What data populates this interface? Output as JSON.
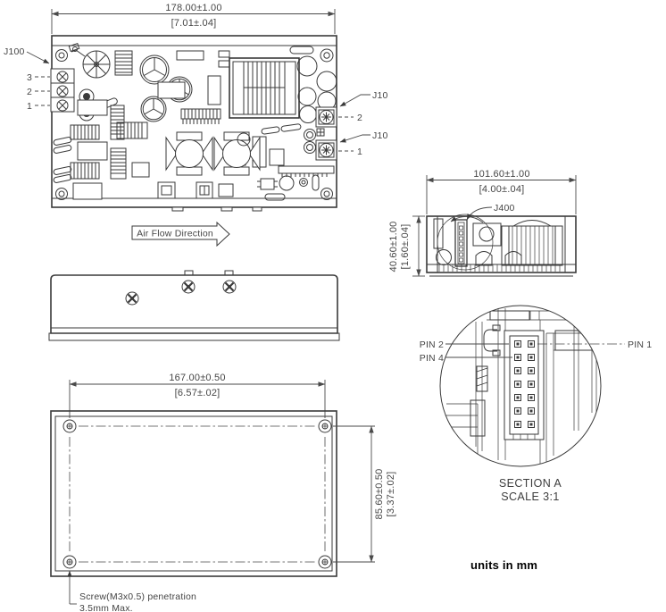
{
  "top_view": {
    "width_mm": "178.00±1.00",
    "width_in": "[7.01±.04]",
    "j100_label": "J100",
    "j100_pin3": "3",
    "j100_pin2": "2",
    "j100_pin1": "1",
    "j10_upper_label": "J10",
    "j10_upper_pin": "2",
    "j10_lower_label": "J10",
    "j10_lower_pin": "1",
    "airflow_label": "Air Flow Direction"
  },
  "end_view": {
    "width_mm": "101.60±1.00",
    "width_in": "[4.00±.04]",
    "height_mm": "40.60±1.00",
    "height_in": "[1.60±.04]",
    "j400_label": "J400"
  },
  "bottom_view": {
    "width_mm": "167.00±0.50",
    "width_in": "[6.57±.02]",
    "height_mm": "85.60±0.50",
    "height_in": "[3.37±.02]",
    "screw_note_line1": "Screw(M3x0.5) penetration",
    "screw_note_line2": "3.5mm Max."
  },
  "section_a": {
    "pin2_label": "PIN 2",
    "pin4_label": "PIN 4",
    "pin1_label": "PIN 1",
    "title": "SECTION A",
    "scale": "SCALE 3:1"
  },
  "units_note": "units in mm"
}
